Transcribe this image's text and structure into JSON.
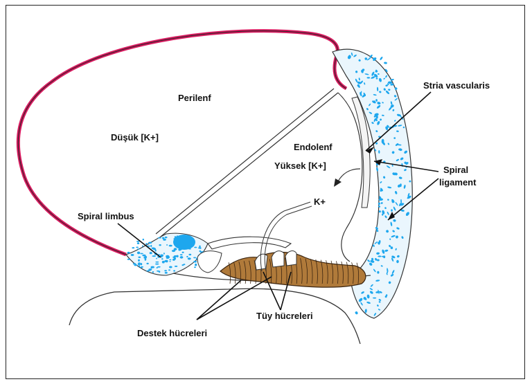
{
  "labels": {
    "perilymph": "Perilenf",
    "low_k": "Düşük [K+]",
    "endolymph": "Endolenf",
    "high_k": "Yüksek [K+]",
    "k_ion": "K+",
    "stria_vascularis": "Stria vascularis",
    "spiral_ligament_1": "Spiral",
    "spiral_ligament_2": "ligament",
    "spiral_limbus": "Spiral limbus",
    "hair_cells": "Tüy hücreleri",
    "support_cells": "Destek hücreleri"
  },
  "colors": {
    "outer_membrane": "#d81b60",
    "cells_blue": "#1ea7ee",
    "organ_brown": "#b07a3a",
    "line": "#222222"
  }
}
